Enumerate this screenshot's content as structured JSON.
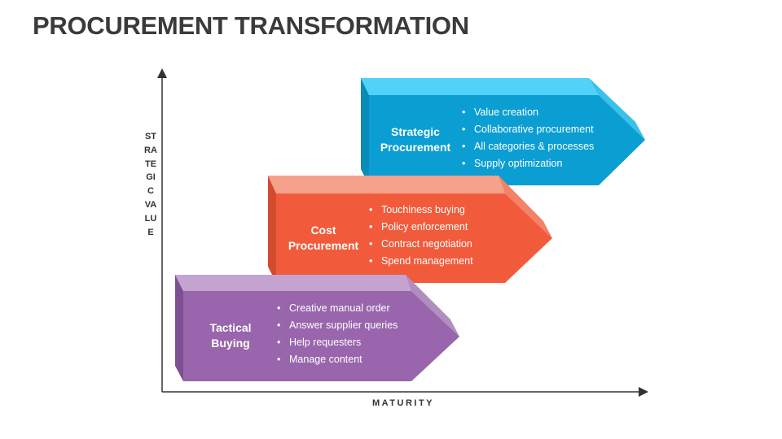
{
  "page": {
    "title": "PROCUREMENT TRANSFORMATION"
  },
  "axes": {
    "y_label": "STRATEGIC VALUE",
    "x_label": "MATURITY"
  },
  "stages": [
    {
      "name_line1": "Strategic",
      "name_line2": "Procurement",
      "color": "#0B9ED2",
      "bullets": [
        "Value creation",
        "Collaborative procurement",
        "All categories & processes",
        "Supply optimization"
      ]
    },
    {
      "name_line1": "Cost",
      "name_line2": "Procurement",
      "color": "#F15B3B",
      "bullets": [
        "Touchiness buying",
        "Policy enforcement",
        "Contract negotiation",
        "Spend management"
      ]
    },
    {
      "name_line1": "Tactical",
      "name_line2": "Buying",
      "color": "#9965AC",
      "bullets": [
        "Creative manual order",
        "Answer supplier queries",
        "Help requesters",
        "Manage content"
      ]
    }
  ],
  "colors": {
    "strategic_top": "#52D2F6",
    "strategic_side": "#0A8CBB",
    "cost_top": "#F6A18C",
    "cost_side": "#D44A2D",
    "tactical_top": "#C4A3D0",
    "tactical_side": "#7E4F93",
    "axis": "#333333"
  }
}
